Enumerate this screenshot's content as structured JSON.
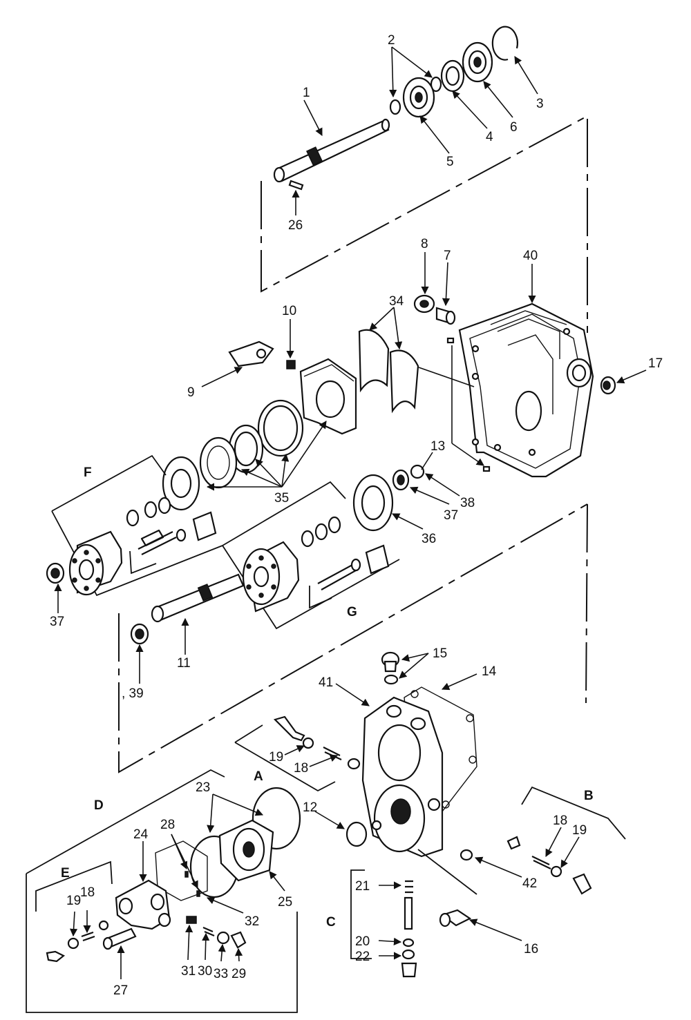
{
  "callouts": [
    "1",
    "2",
    "3",
    "4",
    "5",
    "6",
    "26",
    "8",
    "7",
    "40",
    "34",
    "10",
    "9",
    "17",
    "13",
    "35",
    "F",
    "38",
    "37",
    "36",
    "37",
    "G",
    "11",
    ", 39",
    "15",
    "14",
    "41",
    "19",
    "18",
    "A",
    "12",
    "B",
    "18",
    "19",
    "42",
    "D",
    "23",
    "28",
    "24",
    "E",
    "19",
    "18",
    "25",
    "32",
    "21",
    "C",
    "20",
    "22",
    "16",
    "31",
    "30",
    "33",
    "29",
    "27"
  ],
  "group_labels": [
    "F",
    "G",
    "A",
    "B",
    "C",
    "D",
    "E"
  ]
}
